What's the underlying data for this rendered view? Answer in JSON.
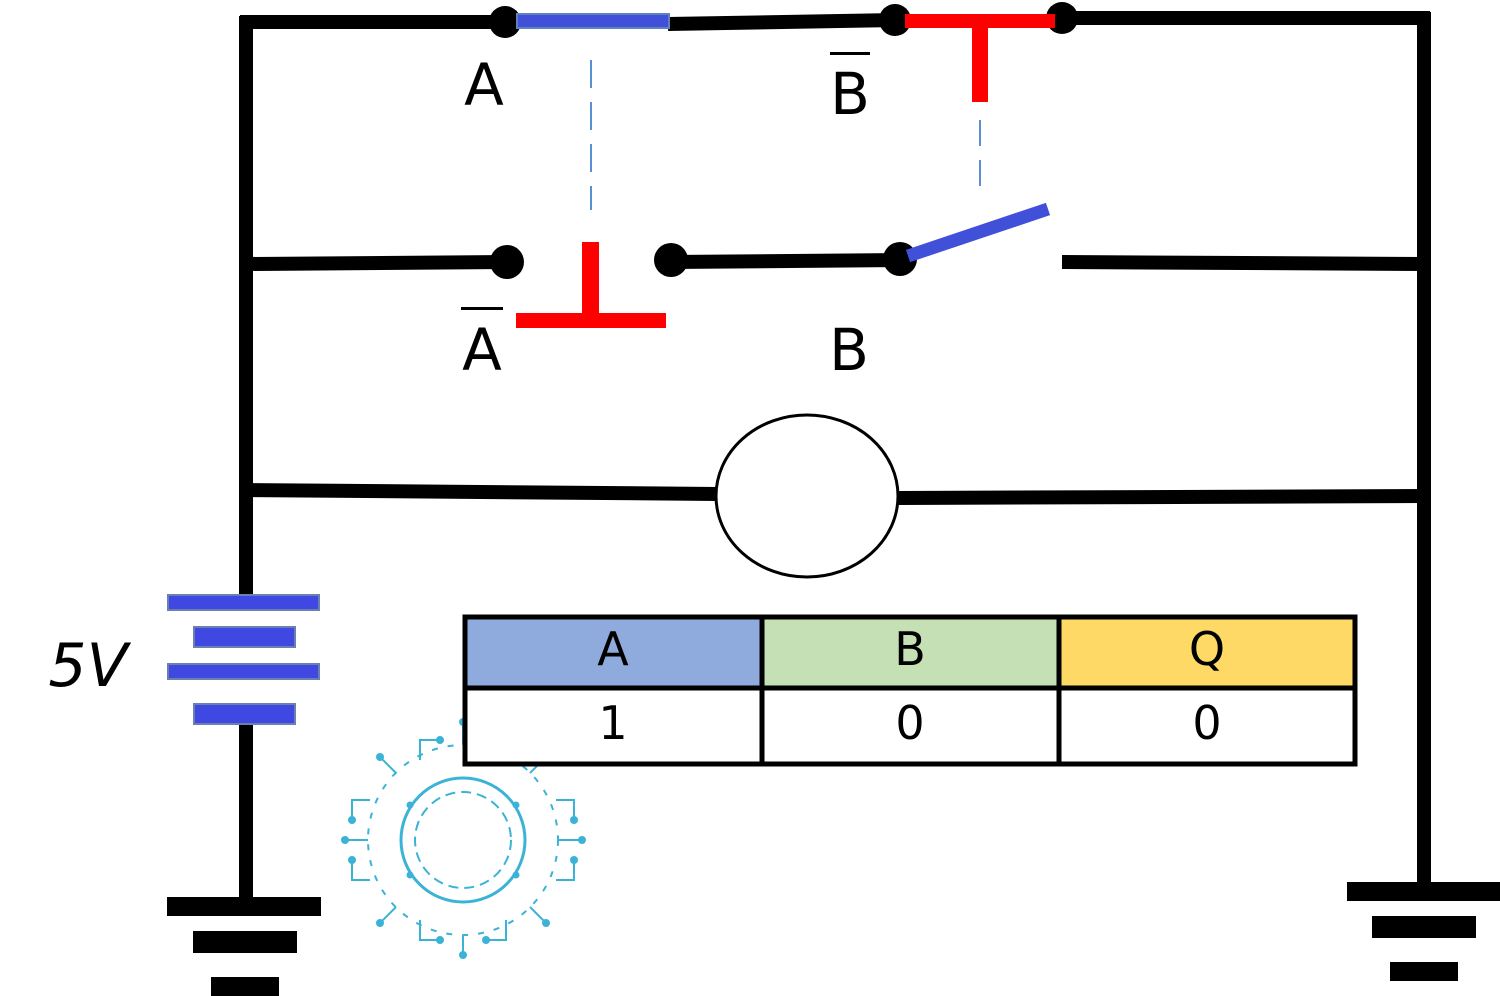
{
  "labels": {
    "switch_a": "A",
    "switch_b_bar": "B",
    "switch_a_bar": "A",
    "switch_b": "B",
    "voltage": "5V"
  },
  "truth_table": {
    "headers": [
      "A",
      "B",
      "Q"
    ],
    "row": [
      "1",
      "0",
      "0"
    ],
    "header_colors": [
      "#8faadc",
      "#c5e0b4",
      "#ffd966"
    ]
  },
  "colors": {
    "wire": "#000000",
    "closed_switch": "#4040e0",
    "open_contact": "#ff0000",
    "battery_plate": "#3f48e0",
    "logo": "#3bb3d6"
  },
  "icons": {
    "bulb": "lamp-circle-icon",
    "battery": "battery-icon",
    "ground": "ground-icon",
    "logo": "circuit-logo-icon"
  }
}
